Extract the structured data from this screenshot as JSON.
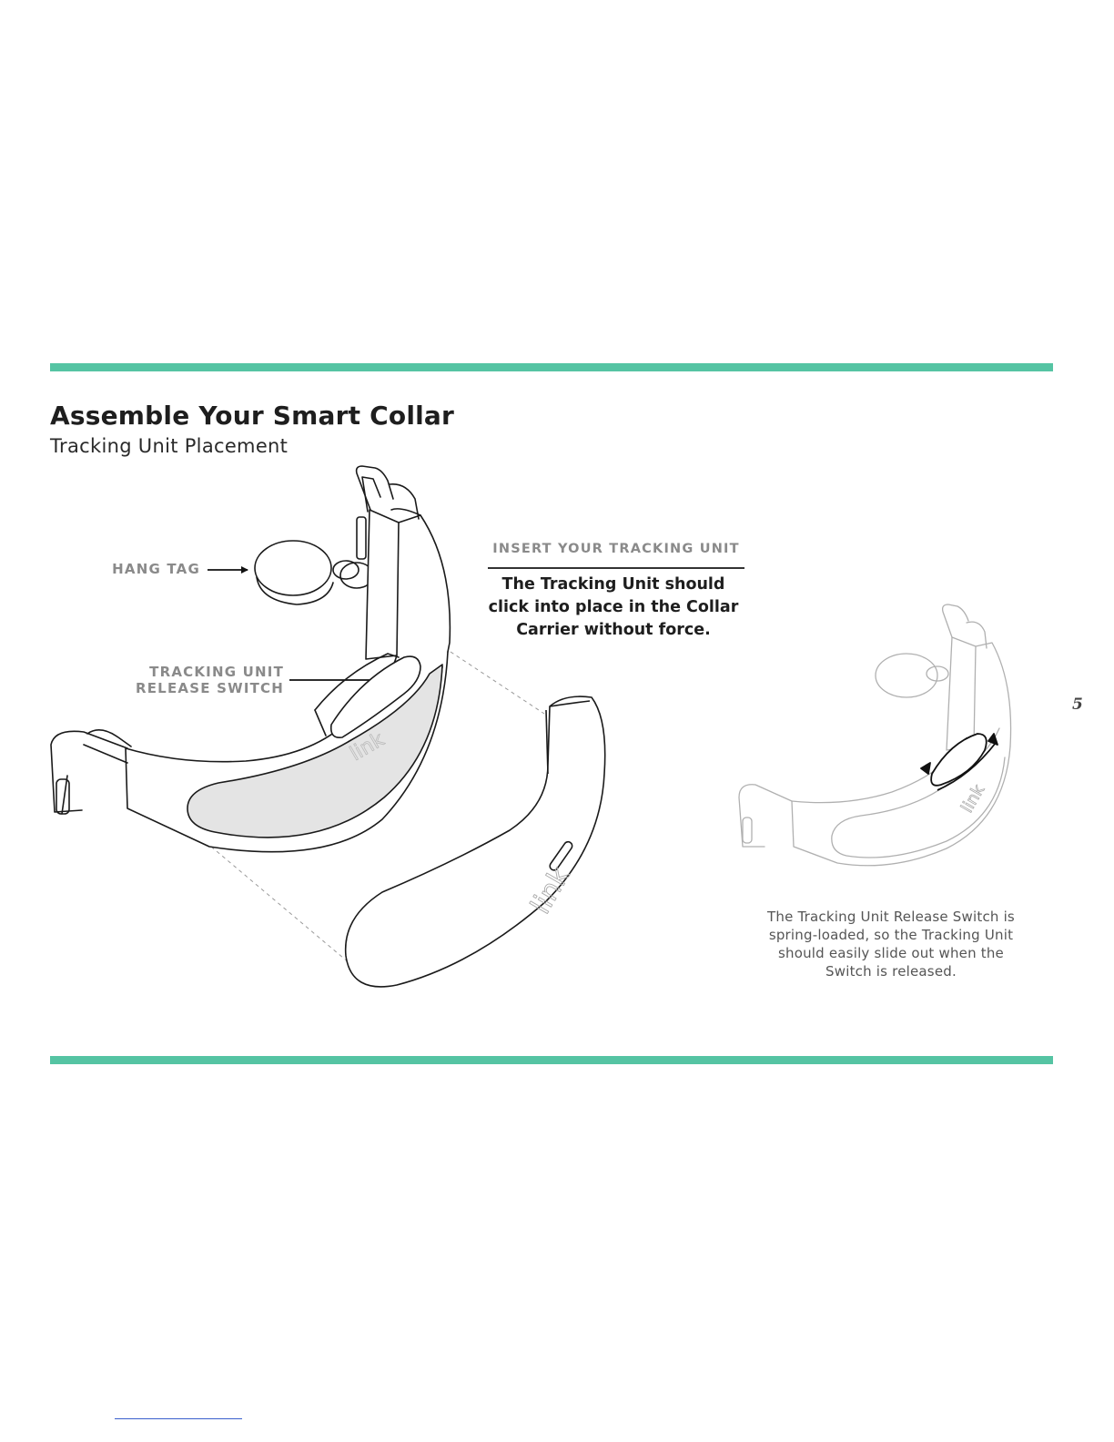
{
  "heading": {
    "title": "Assemble Your Smart Collar",
    "subtitle": "Tracking Unit Placement"
  },
  "callouts": {
    "hang_tag": "HANG TAG",
    "release_switch_line1": "TRACKING UNIT",
    "release_switch_line2": "RELEASE SWITCH"
  },
  "insert": {
    "heading": "INSERT YOUR TRACKING UNIT",
    "body": "The Tracking Unit should click into place in the Collar Carrier without force."
  },
  "note": "The Tracking Unit Release Switch is spring-loaded, so the Tracking Unit should easily slide out when the Switch is released.",
  "page_number": "5",
  "colors": {
    "accent_band": "#55c4a3",
    "label_gray": "#8a8a8a",
    "insert_fill": "#e4e4e4"
  },
  "icons": {
    "collar_carrier": "collar-carrier-illustration",
    "tracking_unit": "tracking-unit-illustration",
    "small_collar": "collar-release-illustration"
  }
}
